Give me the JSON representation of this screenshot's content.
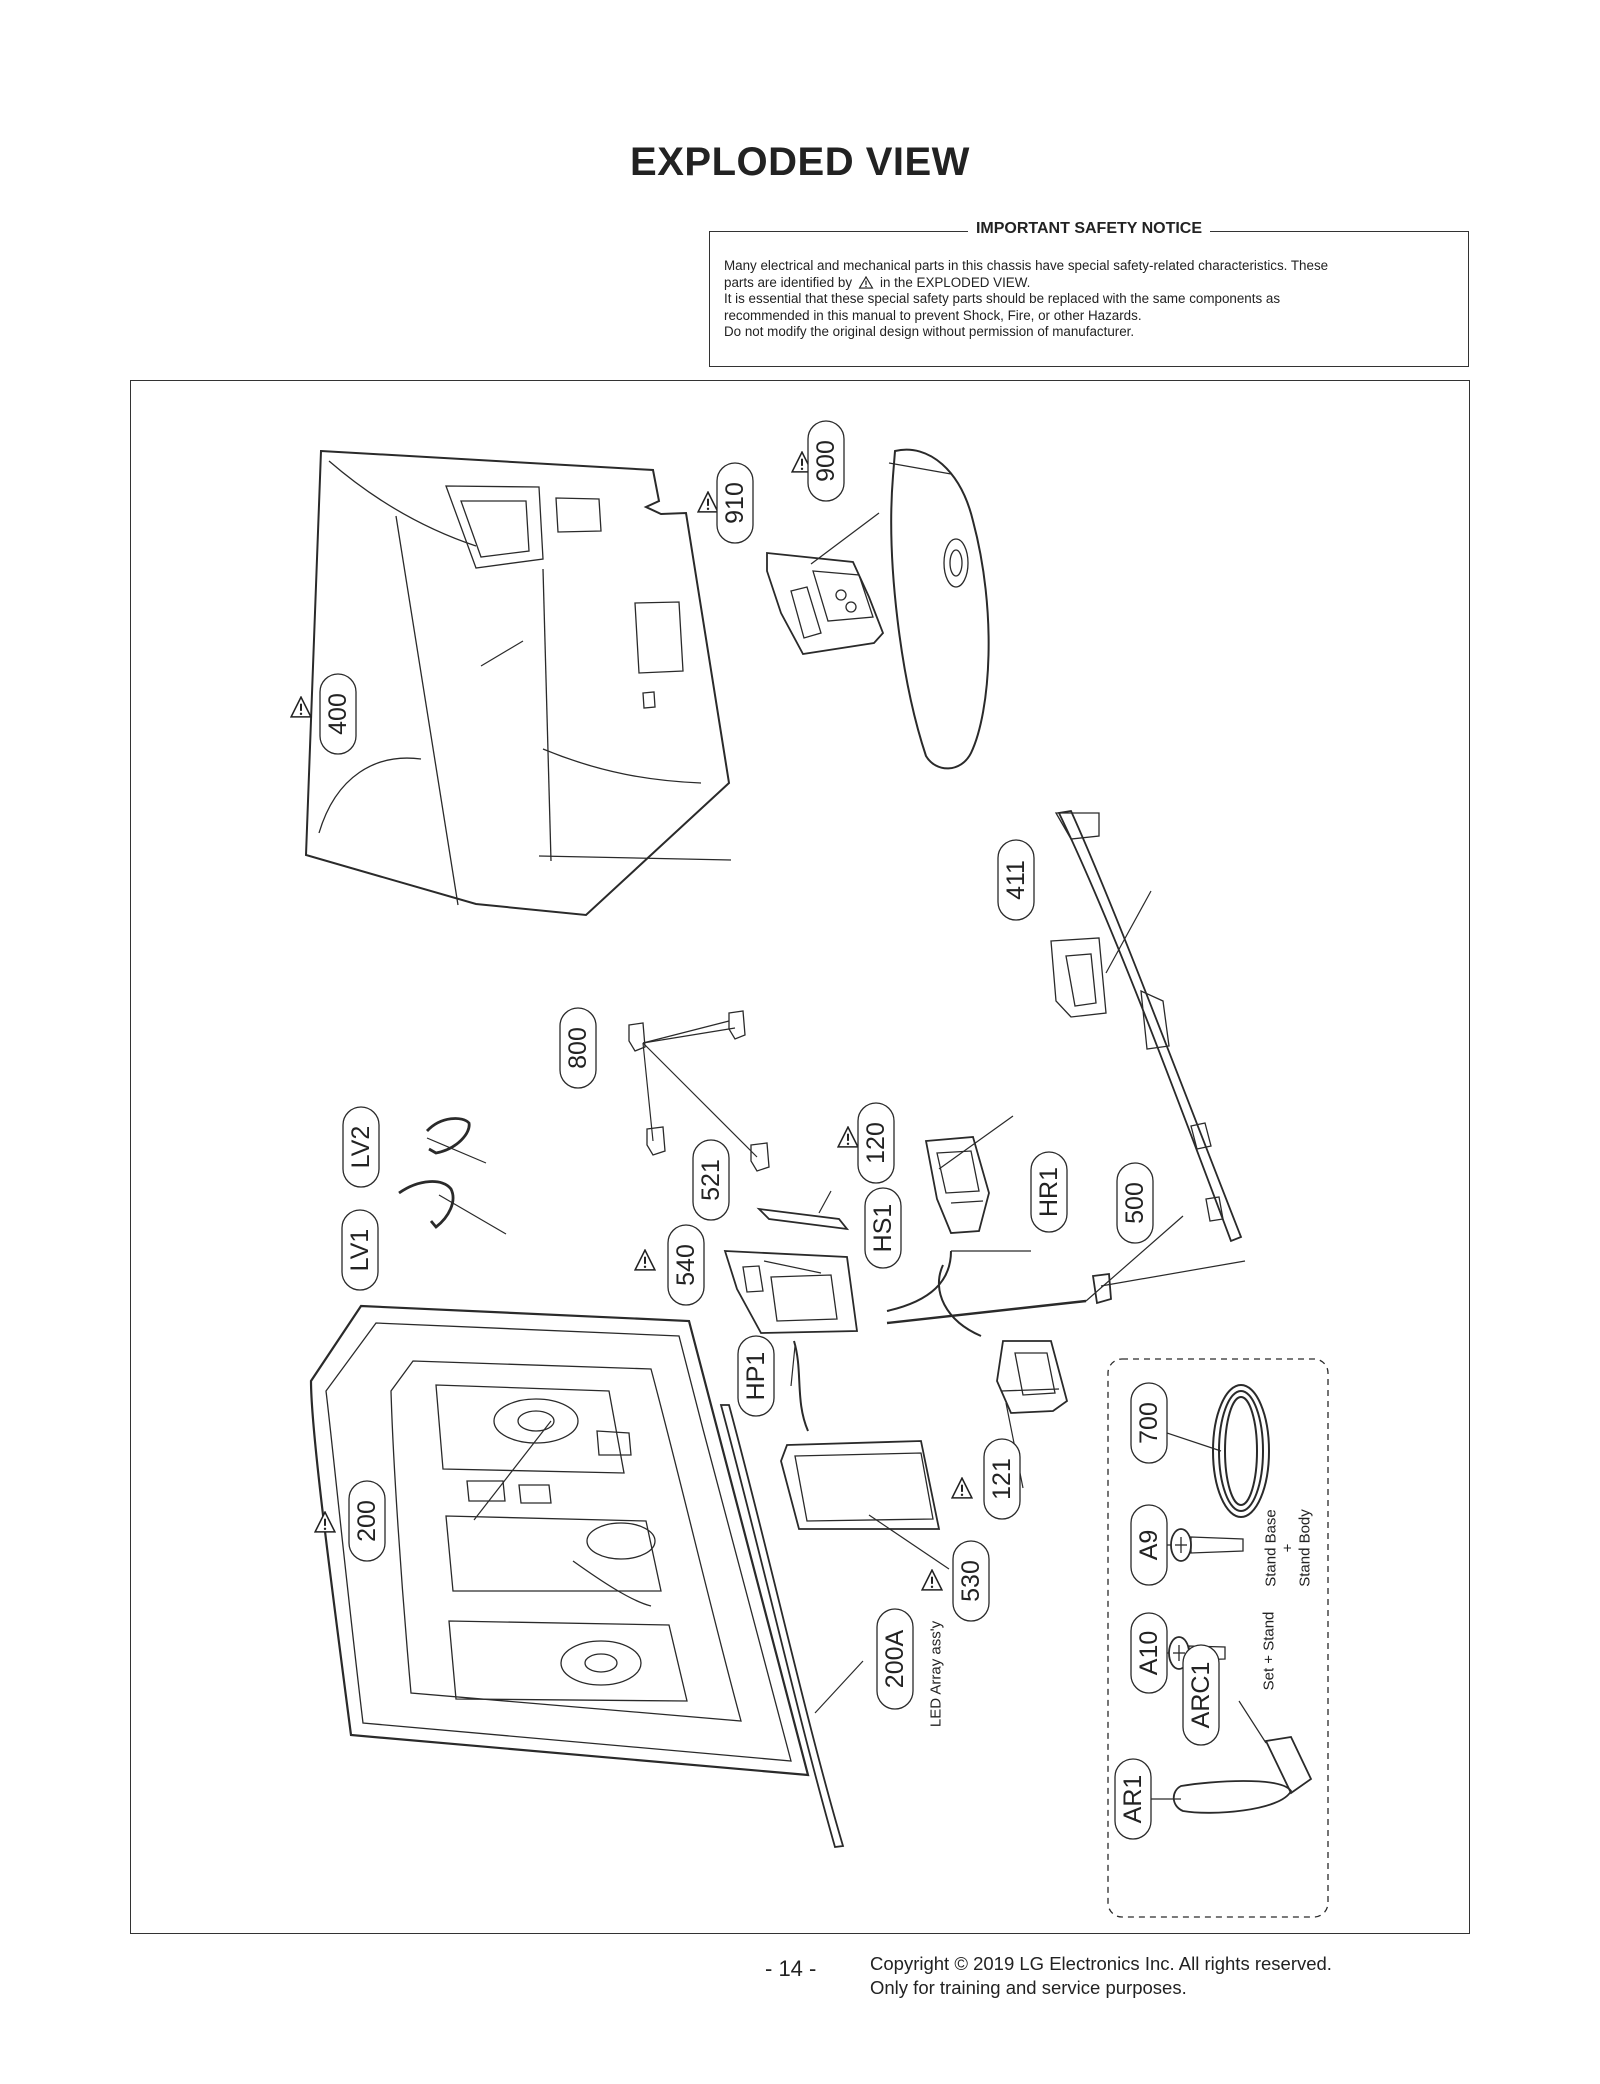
{
  "page": {
    "title": "EXPLODED VIEW",
    "page_number": "- 14 -",
    "copyright_line1": "Copyright © 2019 LG Electronics Inc. All rights reserved.",
    "copyright_line2": "Only for training and service purposes."
  },
  "safety_notice": {
    "heading": "IMPORTANT SAFETY NOTICE",
    "line1": "Many electrical and mechanical parts in this chassis have special safety-related characteristics. These",
    "line2_before": "parts are identified by",
    "line2_after": "in the EXPLODED VIEW.",
    "line3": "It is essential that these special safety parts should be replaced with the same components as",
    "line4": "recommended in this manual to prevent Shock, Fire, or other Hazards.",
    "line5": "Do not modify the original design without permission of manufacturer."
  },
  "parts": {
    "p900": "900",
    "p910": "910",
    "p400": "400",
    "p411": "411",
    "p800": "800",
    "p120": "120",
    "p521": "521",
    "pLV2": "LV2",
    "pLV1": "LV1",
    "pHR1": "HR1",
    "pHS1": "HS1",
    "p500": "500",
    "p540": "540",
    "pHP1": "HP1",
    "p700": "700",
    "p121": "121",
    "p200": "200",
    "pA9": "A9",
    "p530": "530",
    "p200A": "200A",
    "pA10": "A10",
    "pARC1": "ARC1",
    "pAR1": "AR1"
  },
  "annotations": {
    "led_array": "LED Array ass'y",
    "stand_base": "Stand Base",
    "plus": "+",
    "stand_body": "Stand Body",
    "set_stand": "Set + Stand"
  }
}
